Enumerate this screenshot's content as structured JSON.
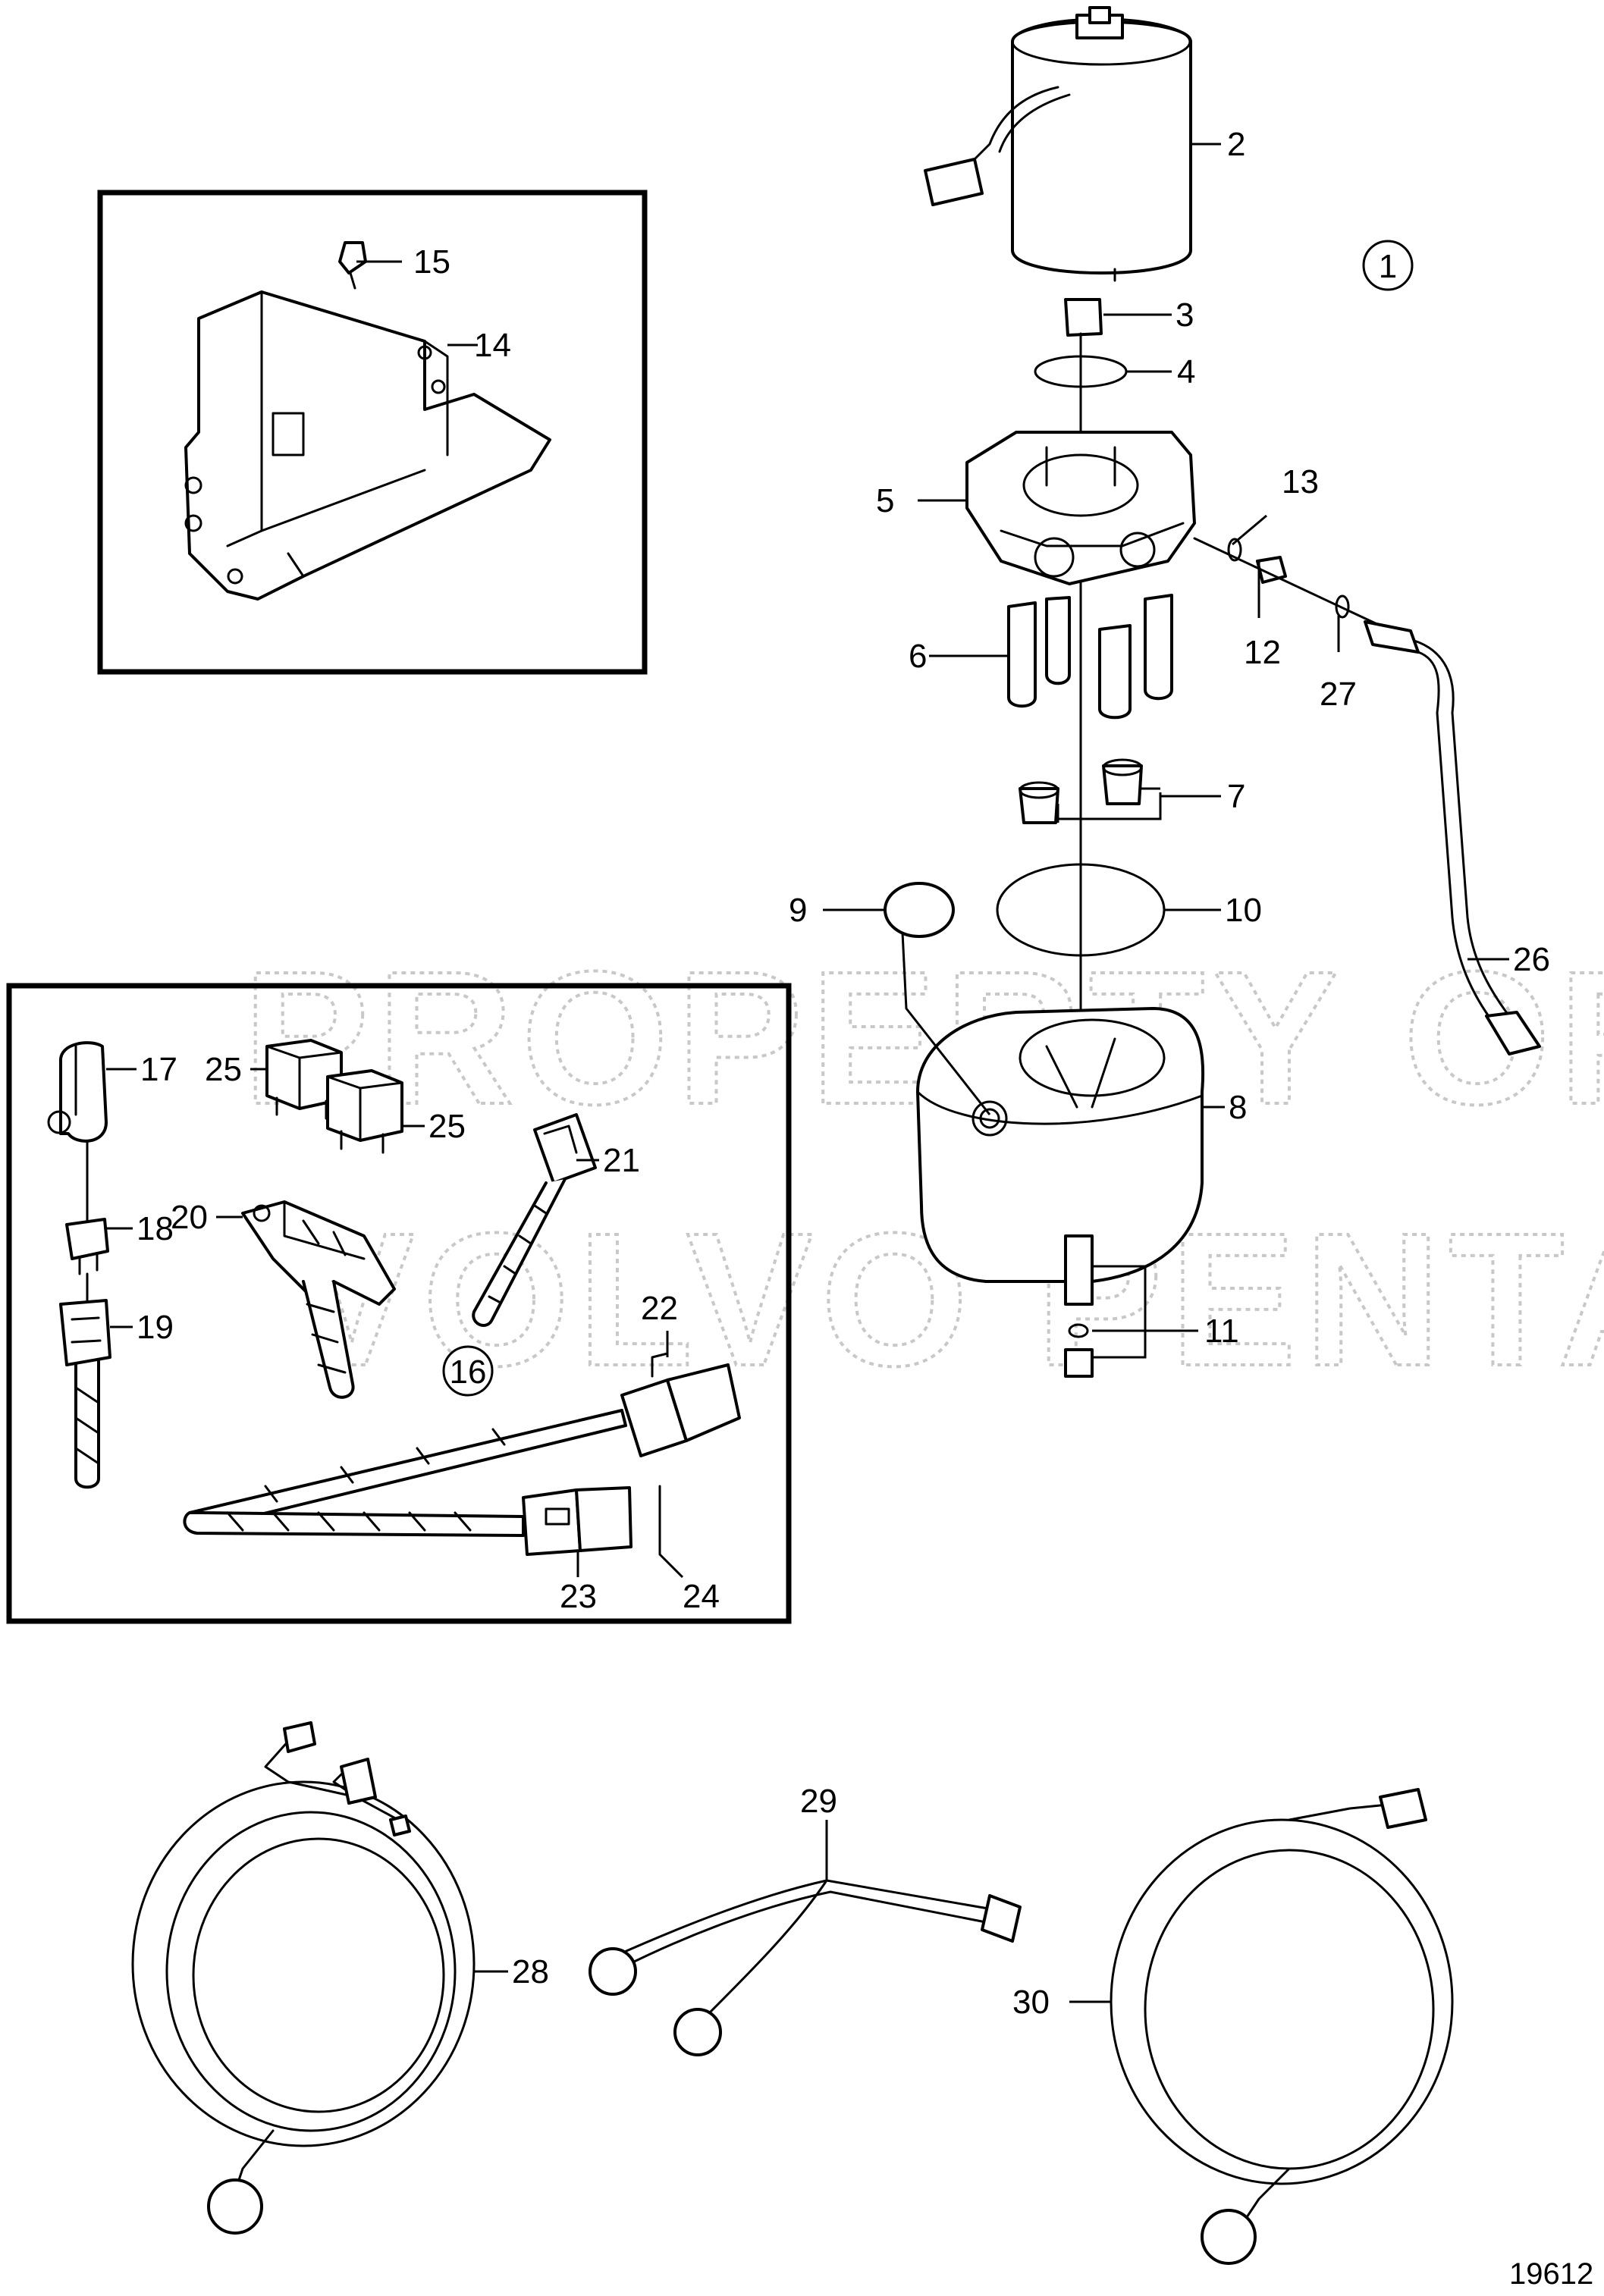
{
  "diagram": {
    "watermark_line1": "PROPERTY OF",
    "watermark_line2": "VOLVO PENTA",
    "document_number": "19612",
    "callouts": {
      "c1": "1",
      "c2": "2",
      "c3": "3",
      "c4": "4",
      "c5": "5",
      "c6": "6",
      "c7": "7",
      "c8": "8",
      "c9": "9",
      "c10": "10",
      "c11": "11",
      "c12": "12",
      "c13": "13",
      "c14": "14",
      "c15": "15",
      "c16": "16",
      "c17": "17",
      "c18": "18",
      "c19": "19",
      "c20": "20",
      "c21": "21",
      "c22": "22",
      "c23": "23",
      "c24": "24",
      "c25a": "25",
      "c25b": "25",
      "c26": "26",
      "c27": "27",
      "c28": "28",
      "c29": "29",
      "c30": "30"
    }
  }
}
